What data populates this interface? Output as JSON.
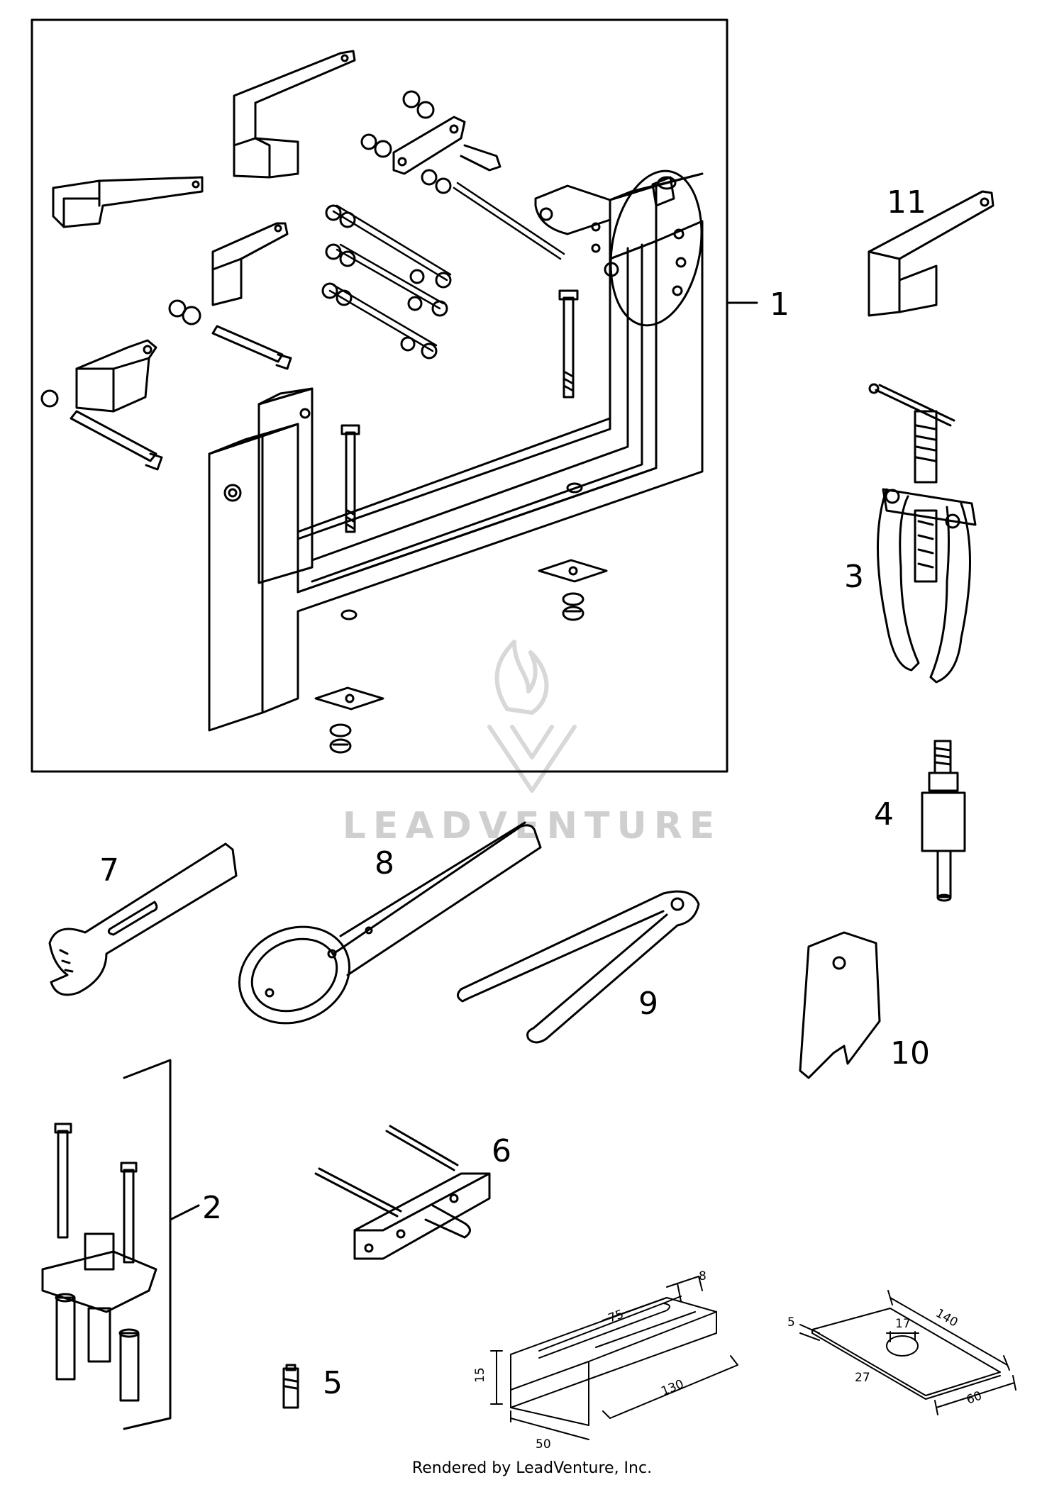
{
  "callouts": [
    {
      "id": "1",
      "label": "1"
    },
    {
      "id": "2",
      "label": "2"
    },
    {
      "id": "3",
      "label": "3"
    },
    {
      "id": "4",
      "label": "4"
    },
    {
      "id": "5",
      "label": "5"
    },
    {
      "id": "6",
      "label": "6"
    },
    {
      "id": "7",
      "label": "7"
    },
    {
      "id": "8",
      "label": "8"
    },
    {
      "id": "9",
      "label": "9"
    },
    {
      "id": "10",
      "label": "10"
    },
    {
      "id": "11",
      "label": "11"
    }
  ],
  "dimensions": {
    "block": {
      "d8": "8",
      "d75": "75",
      "d15": "15",
      "d130": "130",
      "d50": "50"
    },
    "plate": {
      "d5": "5",
      "d17": "17",
      "d140": "140",
      "d27": "27",
      "d60": "60"
    }
  },
  "watermark": "LEADVENTURE",
  "footer": "Rendered by LeadVenture, Inc."
}
